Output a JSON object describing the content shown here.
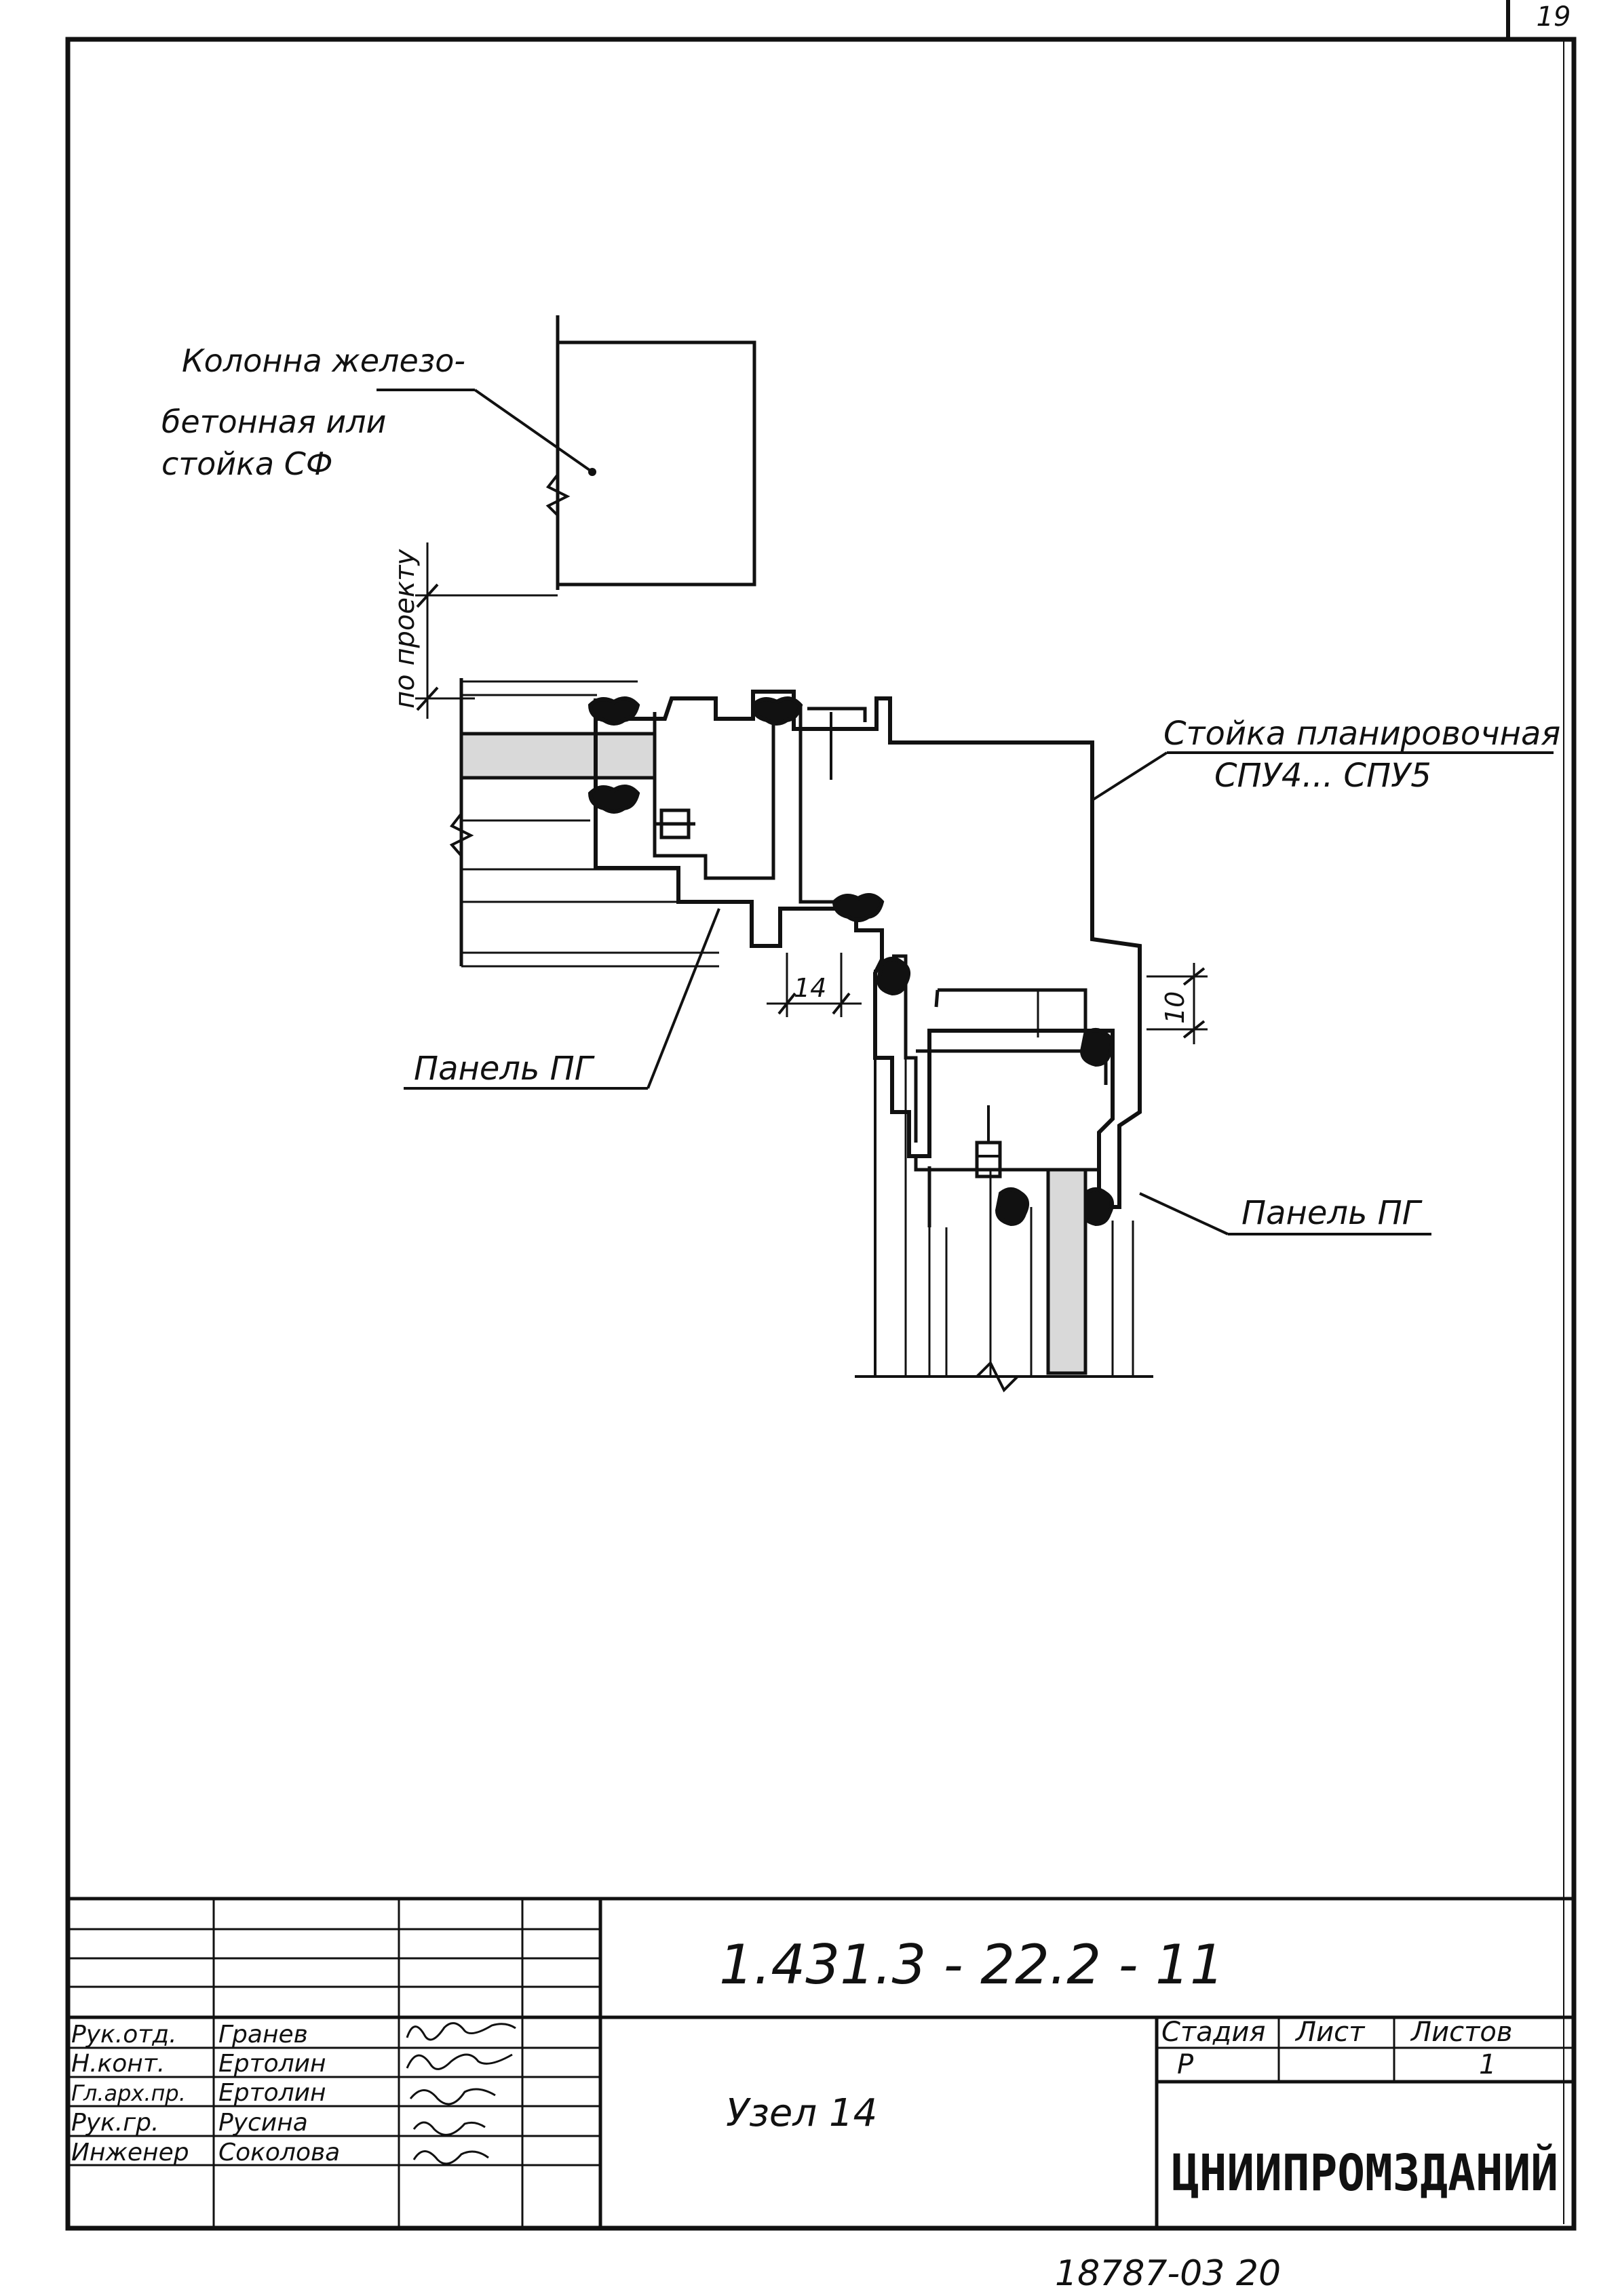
{
  "sheet": {
    "number": "19",
    "code": "1.431.3 - 22.2 - 11",
    "title": "Узел 14",
    "org": "ЦНИИПРОМЗДАНИЙ",
    "archive": "18787-03   20"
  },
  "labels": {
    "column_line1": "Колонна железо-",
    "column_line2": "бетонная или",
    "column_line3": "стойка СФ",
    "by_project": "по проекту",
    "stand_line1": "Стойка планировочная",
    "stand_line2": "СПУ4... СПУ5",
    "panel_left": "Панель ПГ",
    "panel_right": "Панель ПГ",
    "dim_14": "14",
    "dim_10": "10"
  },
  "stamp": {
    "col_stage": "Стадия",
    "col_sheet": "Лист",
    "col_sheets": "Листов",
    "stage": "Р",
    "sheets": "1",
    "roles": [
      {
        "role": "Рук.отд.",
        "name": "Гранев"
      },
      {
        "role": "Н.конт.",
        "name": "Ертолин"
      },
      {
        "role": "Гл.арх.пр.",
        "name": "Ертолин"
      },
      {
        "role": "Рук.гр.",
        "name": "Русина"
      },
      {
        "role": "Инженер",
        "name": "Соколова"
      }
    ]
  }
}
